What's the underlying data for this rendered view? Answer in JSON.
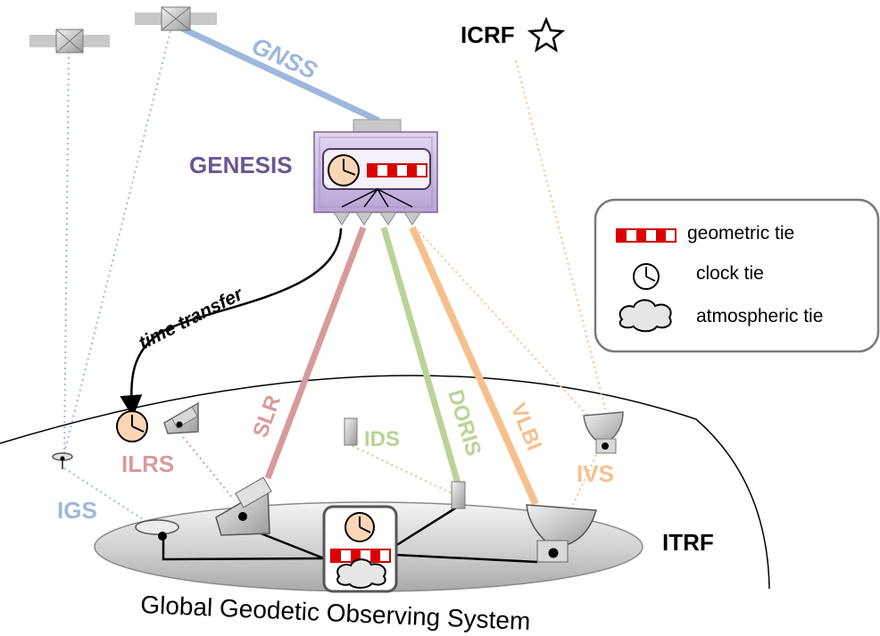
{
  "labels": {
    "gnss": "GNSS",
    "icrf": "ICRF",
    "genesis": "GENESIS",
    "time_transfer": "time transfer",
    "slr": "SLR",
    "doris": "DORIS",
    "vlbi": "VLBI",
    "ilrs": "ILRS",
    "ids": "IDS",
    "ivs": "IVS",
    "igs": "IGS",
    "itrf": "ITRF",
    "ggos": "Global Geodetic Observing System"
  },
  "legend": {
    "geometric": "geometric tie",
    "clock": "clock tie",
    "atmospheric": "atmospheric tie"
  },
  "colors": {
    "gnss": "#9db8dc",
    "slr": "#d89a9a",
    "doris": "#b8d496",
    "vlbi": "#f6c08e",
    "genesis": "#6b5690",
    "igs": "#9db8dc",
    "ilrs": "#d89a9a",
    "ids": "#b8d496",
    "ivs": "#f6c08e"
  },
  "icons": [
    "satellite-icon",
    "star-icon",
    "clock-icon",
    "geometric-tie-icon",
    "cloud-icon",
    "antenna-icon",
    "laser-telescope-icon",
    "radio-telescope-icon",
    "doris-beacon-icon"
  ]
}
